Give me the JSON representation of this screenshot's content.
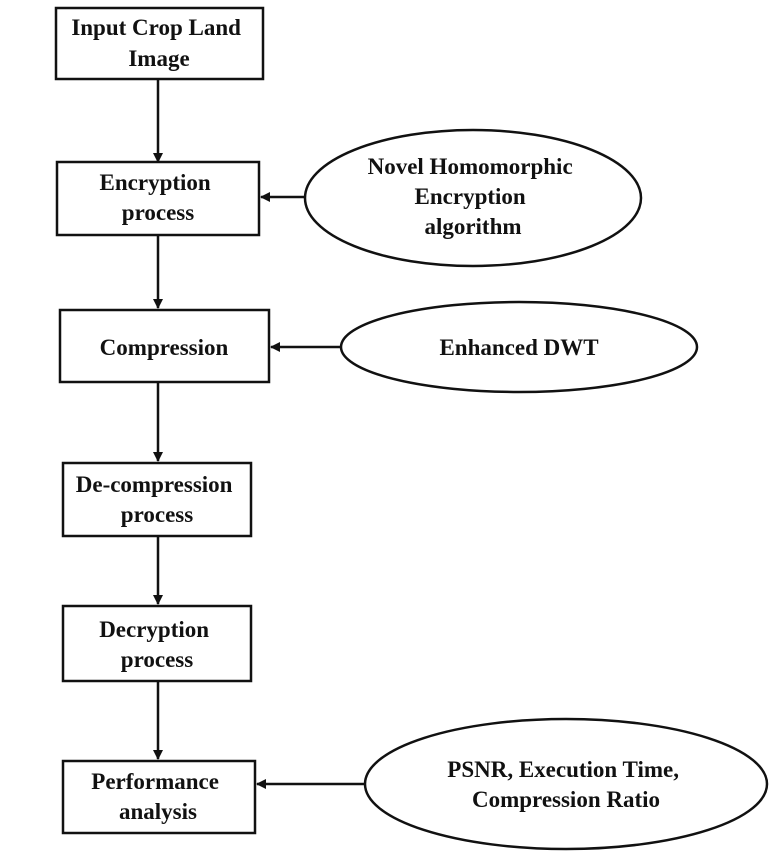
{
  "nodes": {
    "input": {
      "lines": [
        "Input Crop Land",
        "Image"
      ]
    },
    "encryption": {
      "lines": [
        "Encryption",
        "process"
      ]
    },
    "compression": {
      "lines": [
        "Compression"
      ]
    },
    "decompression": {
      "lines": [
        "De-compression",
        "process"
      ]
    },
    "decryption": {
      "lines": [
        "Decryption",
        "process"
      ]
    },
    "performance": {
      "lines": [
        "Performance",
        "analysis"
      ]
    }
  },
  "methods": {
    "homomorphic": {
      "lines": [
        "Novel Homomorphic",
        "Encryption",
        "algorithm"
      ]
    },
    "dwt": {
      "lines": [
        "Enhanced DWT"
      ]
    },
    "metrics": {
      "lines": [
        "PSNR, Execution Time,",
        "Compression Ratio"
      ]
    }
  },
  "colors": {
    "stroke": "#111111",
    "fill": "#ffffff",
    "text": "#111111"
  }
}
